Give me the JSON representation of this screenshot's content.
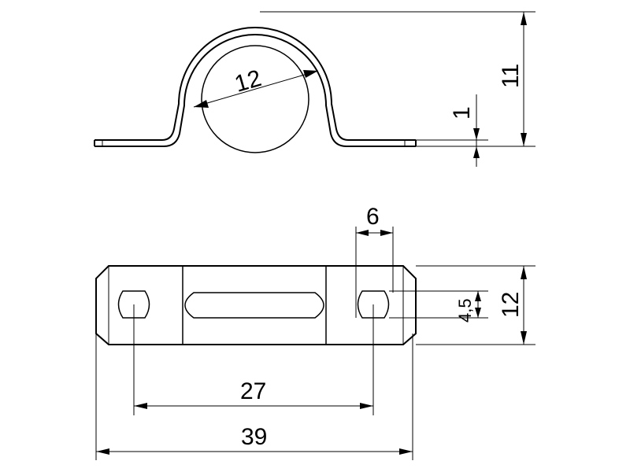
{
  "dimensions": {
    "top_view": {
      "diameter": "12",
      "height": "11",
      "thickness": "1"
    },
    "bottom_view": {
      "slot_width": "6",
      "slot_height": "4,5",
      "width": "12",
      "hole_spacing": "27",
      "overall_length": "39"
    }
  },
  "colors": {
    "line": "#000000",
    "background": "#ffffff"
  }
}
